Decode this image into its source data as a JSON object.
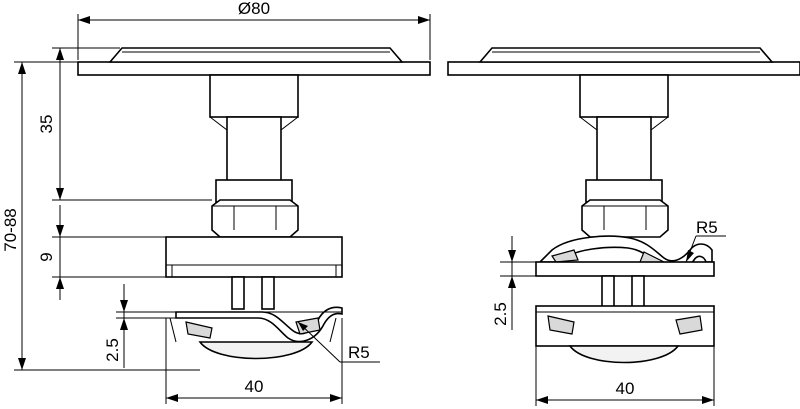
{
  "labels": {
    "disc_diameter": "Ø80",
    "shaft_length": "35",
    "total_height": "70-88",
    "nut_height": "9",
    "clamp_gap_left": "2.5",
    "clamp_gap_right": "2.5",
    "width_left": "40",
    "width_right": "40",
    "radius_left": "R5",
    "radius_right": "R5"
  }
}
